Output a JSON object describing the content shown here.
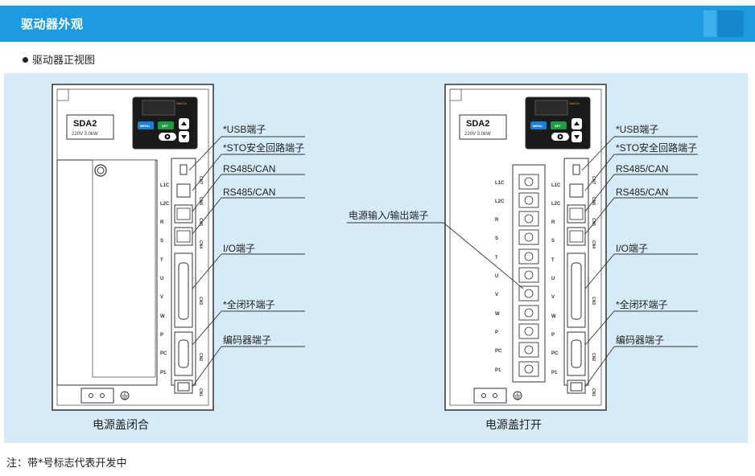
{
  "header": {
    "title": "驱动器外观"
  },
  "subsection": {
    "title": "驱动器正视图"
  },
  "device": {
    "brand": "SAVCh",
    "model": "SDA2",
    "spec": "220V 3.0kW",
    "keys": {
      "menu": "MENU",
      "set": "SET"
    },
    "terminals_left": [
      "L1C",
      "L2C",
      "R",
      "S",
      "T",
      "U",
      "V",
      "W",
      "P",
      "PC",
      "P1"
    ],
    "terminals_right": [
      "L1C",
      "L2C",
      "R",
      "S",
      "T",
      "U",
      "V",
      "W",
      "P",
      "PC",
      "P1"
    ],
    "connectors": [
      "CN7",
      "CN6",
      "CN5",
      "CN4",
      "CN3",
      "CN2",
      "CN1"
    ]
  },
  "labels": {
    "usb": "*USB端子",
    "sto": "*STO安全回路端子",
    "rs485_1": "RS485/CAN",
    "rs485_2": "RS485/CAN",
    "io": "I/O端子",
    "full_closed": "*全闭环端子",
    "encoder": "编码器端子",
    "power_io": "电源输入/输出端子"
  },
  "captions": {
    "closed": "电源盖闭合",
    "open": "电源盖打开"
  },
  "note": "注：带*号标志代表开发中",
  "colors": {
    "header_bg": "#1e9be0",
    "panel_bg": "#d6ebf8",
    "menu_key": "#1b7fd6",
    "set_key": "#1f9a45"
  }
}
